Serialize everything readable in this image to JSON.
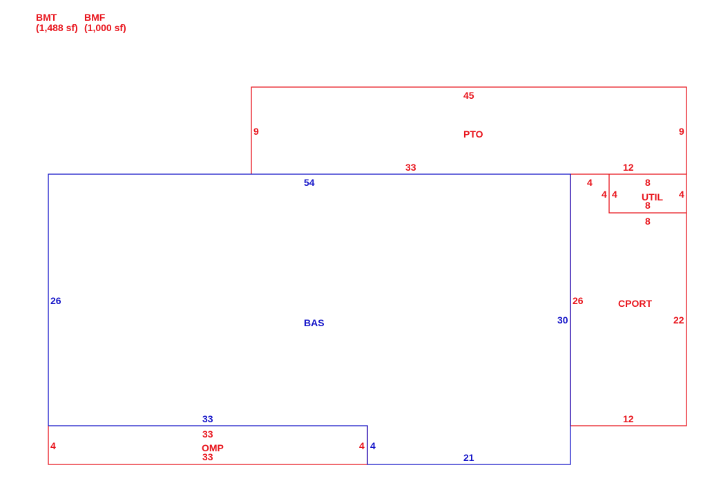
{
  "legend": [
    {
      "code": "BMT",
      "area": "(1,488 sf)"
    },
    {
      "code": "BMF",
      "area": "(1,000 sf)"
    }
  ],
  "colors": {
    "red": "#e8141c",
    "blue": "#1414c8"
  },
  "areas": {
    "pto": "PTO",
    "bas": "BAS",
    "util": "UTIL",
    "cport": "CPORT",
    "omp": "OMP"
  },
  "dims": {
    "pto_top": "45",
    "pto_left": "9",
    "pto_right": "9",
    "pto_bottom": "33",
    "pto_bottom_right": "12",
    "bas_top": "54",
    "bas_left": "26",
    "bas_right": "30",
    "bas_step": "33",
    "bas_bottom": "21",
    "bas_notch": "4",
    "cport_top": "4",
    "cport_left": "26",
    "cport_right": "22",
    "cport_bottom": "12",
    "util_top": "8",
    "util_left_outer": "4",
    "util_left_inner": "4",
    "util_inner_bottom": "8",
    "util_bottom": "8",
    "util_right": "4",
    "omp_top": "33",
    "omp_bottom": "33",
    "omp_left": "4",
    "omp_right": "4"
  }
}
